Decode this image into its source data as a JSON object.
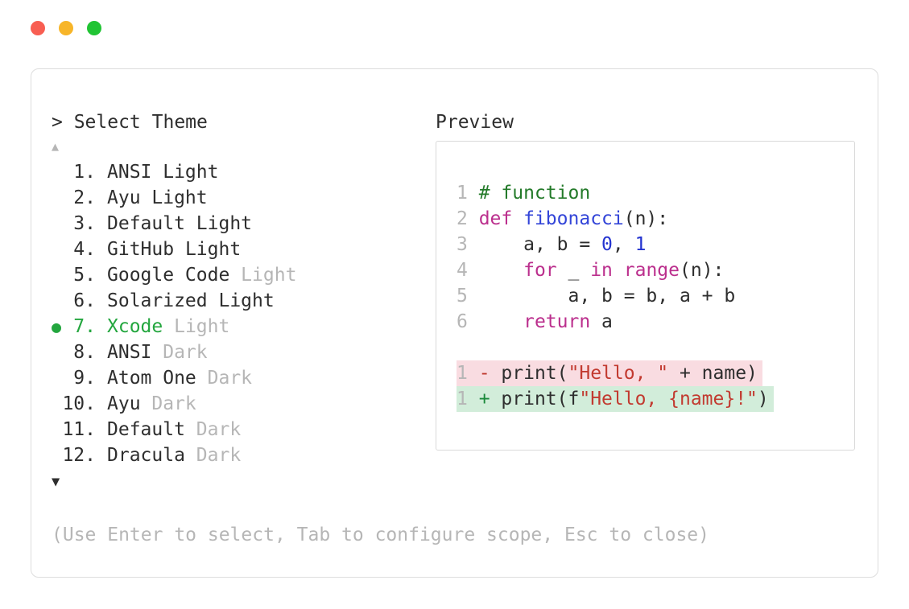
{
  "colors": {
    "traffic_red": "#f85e52",
    "traffic_yellow": "#f7b529",
    "traffic_green": "#21c434",
    "panel_border": "#dddddd",
    "box_border": "#d9d9d9",
    "text": "#2e2e2e",
    "dim": "#b6b6b6",
    "selected": "#23a63e",
    "comment": "#237a29",
    "keyword": "#bb2f8d",
    "fn": "#3345d8",
    "number": "#2333d0",
    "string": "#c23a30",
    "del": "#bf3a2f",
    "add": "#1b8a3c",
    "removed_bg": "#f9dce1",
    "added_bg": "#d2edda"
  },
  "theme_picker": {
    "prompt": "> Select Theme",
    "scroll_up": "▲",
    "scroll_down": "▼",
    "selected_marker": "●",
    "items": [
      {
        "number": "1.",
        "name": "ANSI",
        "variant": "Light",
        "selected": false,
        "variant_dim": false
      },
      {
        "number": "2.",
        "name": "Ayu",
        "variant": "Light",
        "selected": false,
        "variant_dim": false
      },
      {
        "number": "3.",
        "name": "Default",
        "variant": "Light",
        "selected": false,
        "variant_dim": false
      },
      {
        "number": "4.",
        "name": "GitHub",
        "variant": "Light",
        "selected": false,
        "variant_dim": false
      },
      {
        "number": "5.",
        "name": "Google Code",
        "variant": "Light",
        "selected": false,
        "variant_dim": true
      },
      {
        "number": "6.",
        "name": "Solarized",
        "variant": "Light",
        "selected": false,
        "variant_dim": false
      },
      {
        "number": "7.",
        "name": "Xcode",
        "variant": "Light",
        "selected": true,
        "variant_dim": true
      },
      {
        "number": "8.",
        "name": "ANSI",
        "variant": "Dark",
        "selected": false,
        "variant_dim": true
      },
      {
        "number": "9.",
        "name": "Atom One",
        "variant": "Dark",
        "selected": false,
        "variant_dim": true
      },
      {
        "number": "10.",
        "name": "Ayu",
        "variant": "Dark",
        "selected": false,
        "variant_dim": true
      },
      {
        "number": "11.",
        "name": "Default",
        "variant": "Dark",
        "selected": false,
        "variant_dim": true
      },
      {
        "number": "12.",
        "name": "Dracula",
        "variant": "Dark",
        "selected": false,
        "variant_dim": true
      }
    ],
    "hint": "(Use Enter to select, Tab to configure scope, Esc to close)"
  },
  "preview": {
    "title": "Preview",
    "lines": [
      {
        "tokens": [
          {
            "c": "ln",
            "t": "1 "
          },
          {
            "c": "comment",
            "t": "# function"
          }
        ]
      },
      {
        "tokens": [
          {
            "c": "ln",
            "t": "2 "
          },
          {
            "c": "kw",
            "t": "def"
          },
          {
            "c": "plain",
            "t": " "
          },
          {
            "c": "fn",
            "t": "fibonacci"
          },
          {
            "c": "plain",
            "t": "(n):"
          }
        ]
      },
      {
        "tokens": [
          {
            "c": "ln",
            "t": "3 "
          },
          {
            "c": "plain",
            "t": "    a, b = "
          },
          {
            "c": "num",
            "t": "0"
          },
          {
            "c": "plain",
            "t": ", "
          },
          {
            "c": "num",
            "t": "1"
          }
        ]
      },
      {
        "tokens": [
          {
            "c": "ln",
            "t": "4 "
          },
          {
            "c": "plain",
            "t": "    "
          },
          {
            "c": "kw",
            "t": "for"
          },
          {
            "c": "plain",
            "t": " _ "
          },
          {
            "c": "kw",
            "t": "in"
          },
          {
            "c": "plain",
            "t": " "
          },
          {
            "c": "kw",
            "t": "range"
          },
          {
            "c": "plain",
            "t": "(n):"
          }
        ]
      },
      {
        "tokens": [
          {
            "c": "ln",
            "t": "5 "
          },
          {
            "c": "plain",
            "t": "        a, b = b, a + b"
          }
        ]
      },
      {
        "tokens": [
          {
            "c": "ln",
            "t": "6 "
          },
          {
            "c": "plain",
            "t": "    "
          },
          {
            "c": "kw",
            "t": "return"
          },
          {
            "c": "plain",
            "t": " a"
          }
        ]
      },
      {
        "tokens": []
      },
      {
        "bg": "removed",
        "tokens": [
          {
            "c": "ln",
            "t": "1 "
          },
          {
            "c": "del",
            "t": "- "
          },
          {
            "c": "plain",
            "t": "print("
          },
          {
            "c": "str",
            "t": "\"Hello, \""
          },
          {
            "c": "plain",
            "t": " + name)"
          }
        ]
      },
      {
        "bg": "added",
        "tokens": [
          {
            "c": "ln",
            "t": "1 "
          },
          {
            "c": "add",
            "t": "+ "
          },
          {
            "c": "plain",
            "t": "print(f"
          },
          {
            "c": "str",
            "t": "\"Hello, {name}!\""
          },
          {
            "c": "plain",
            "t": ")"
          }
        ]
      }
    ]
  }
}
